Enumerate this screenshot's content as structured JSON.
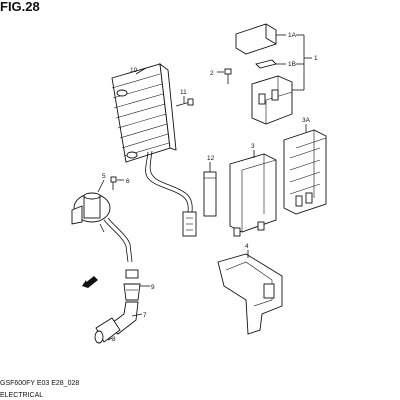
{
  "figure": {
    "title": "FIG.28",
    "code": "GSF600FY E03 E28_028",
    "category": "ELECTRICAL"
  },
  "callouts": [
    "10",
    "11",
    "2",
    "1",
    "1A",
    "1B",
    "3A",
    "3",
    "12",
    "5",
    "6",
    "4",
    "9",
    "7",
    "8"
  ],
  "colors": {
    "ink": "#111111",
    "paper": "#ffffff"
  }
}
